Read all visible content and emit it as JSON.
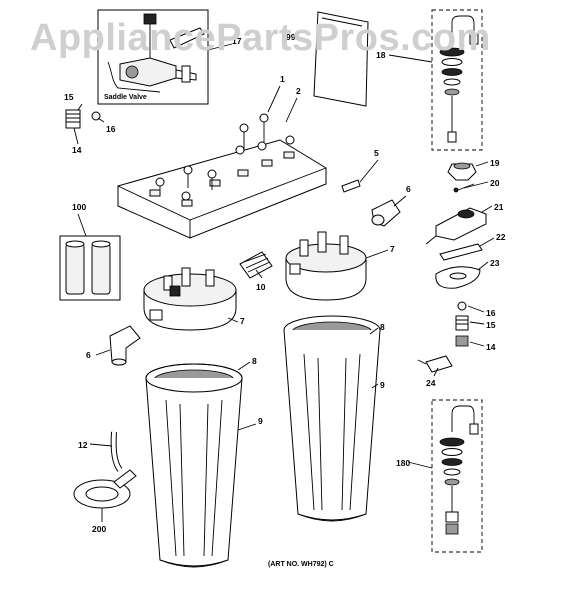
{
  "watermark": "AppliancePartsPros.com",
  "inset_caption": "Saddle Valve",
  "art_number": "(ART NO. WH792) C",
  "callouts": {
    "c1": "1",
    "c2": "2",
    "c5": "5",
    "c6a": "6",
    "c6b": "6",
    "c7a": "7",
    "c7b": "7",
    "c8a": "8",
    "c8b": "8",
    "c9a": "9",
    "c9b": "9",
    "c10": "10",
    "c12": "12",
    "c14a": "14",
    "c14b": "14",
    "c15a": "15",
    "c15b": "15",
    "c16a": "16",
    "c16b": "16",
    "c17": "17",
    "c18": "18",
    "c19": "19",
    "c20": "20",
    "c21": "21",
    "c22": "22",
    "c23": "23",
    "c24": "24",
    "c99": "99",
    "c100": "100",
    "c180": "180",
    "c200": "200"
  }
}
